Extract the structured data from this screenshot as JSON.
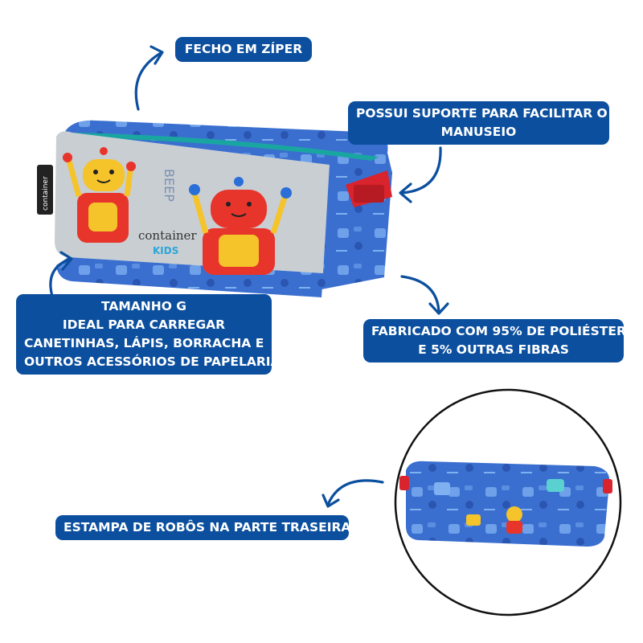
{
  "labels": {
    "zipper": "FECHO EM ZÍPER",
    "handle": [
      "POSSUI SUPORTE PARA FACILITAR O",
      "MANUSEIO"
    ],
    "size": [
      "TAMANHO G",
      "IDEAL PARA CARREGAR",
      "CANETINHAS, LÁPIS, BORRACHA E",
      "OUTROS ACESSÓRIOS DE PAPELARIA"
    ],
    "fabric": [
      "FABRICADO COM 95% DE POLIÉSTER",
      "E 5% OUTRAS FIBRAS"
    ],
    "print": "ESTAMPA DE ROBÔS NA PARTE TRASEIRA"
  },
  "product": {
    "brand": "container",
    "sub_brand": "KIDS",
    "tag_text": "container",
    "print_word": "BEEP"
  },
  "colors": {
    "label_bg": "#0b4f9e",
    "label_text": "#ffffff",
    "arrow": "#0b4f9e",
    "case_blue": "#3a6fd0",
    "zipper_teal": "#1aa6a0",
    "handle_red": "#d9232d"
  },
  "icons": [
    "curved-arrow-icon",
    "robot-icon"
  ]
}
